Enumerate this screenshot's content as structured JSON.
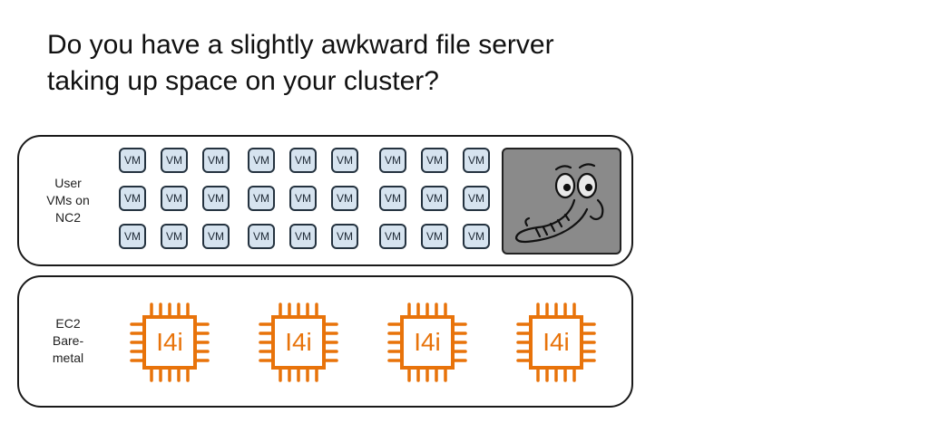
{
  "title": "Do you have a slightly awkward file server\ntaking up space on your cluster?",
  "user_panel": {
    "label": "User\nVMs on\nNC2",
    "vm_label": "VM",
    "vm_count": 27,
    "file_server_icon": "elephant-icon"
  },
  "ec2_panel": {
    "label": "EC2\nBare-\nmetal",
    "chips": [
      {
        "label": "I4i"
      },
      {
        "label": "I4i"
      },
      {
        "label": "I4i"
      },
      {
        "label": "I4i"
      }
    ],
    "chip_color": "#e8730a"
  },
  "colors": {
    "vm_fill": "#d6e3ef",
    "file_server_fill": "#8a8a8a"
  }
}
